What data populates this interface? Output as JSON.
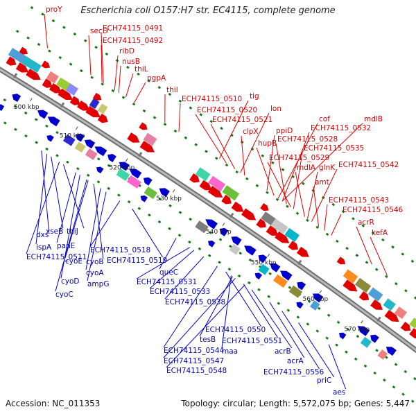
{
  "title": "Escherichia coli O157:H7 str. EC4115, complete genome",
  "footer": {
    "accession": "Accession: NC_011353",
    "summary": "Topology: circular; Length: 5,572,075 bp; Genes: 5,447"
  },
  "colors": {
    "forward": "#e00000",
    "reverse": "#0000cc",
    "backbone": "#8a8a8a",
    "ticks": "#1a7a1a"
  },
  "ticks": [
    "500 kbp",
    "510 kbp",
    "520 kbp",
    "530 kbp",
    "540 kbp",
    "550 kbp",
    "560 kbp",
    "570 kbp"
  ],
  "forward_labels": [
    "proY",
    "secD",
    "ECH74115_0491",
    "ECH74115_0492",
    "ribD",
    "nusB",
    "thiL",
    "pgpA",
    "thiI",
    "ECH74115_0510",
    "tig",
    "ECH74115_0520",
    "lon",
    "ECH74115_0521",
    "clpX",
    "ppiD",
    "cof",
    "mdlB",
    "ECH74115_0532",
    "hupB",
    "ECH74115_0528",
    "ECH74115_0535",
    "ECH74115_0529",
    "mdlA",
    "glnK",
    "ECH74115_0542",
    "amt",
    "ECH74115_0543",
    "ECH74115_0546",
    "acrR",
    "kefA"
  ],
  "reverse_labels": [
    "dxs",
    "xseB",
    "thiJ",
    "ispA",
    "panE",
    "ECH74115_0511",
    "cyoE",
    "cyoB",
    "cyoA",
    "cyoD",
    "cyoC",
    "ampG",
    "ECH74115_0518",
    "ECH74115_0519",
    "queC",
    "ECH74115_0531",
    "ECH74115_0533",
    "ECH74115_0538",
    "ECH74115_0550",
    "tesB",
    "ECH74115_0551",
    "ECH74115_0544",
    "maa",
    "ECH74115_0547",
    "ECH74115_0548",
    "acrB",
    "acrA",
    "ECH74115_0556",
    "priC",
    "aes"
  ]
}
